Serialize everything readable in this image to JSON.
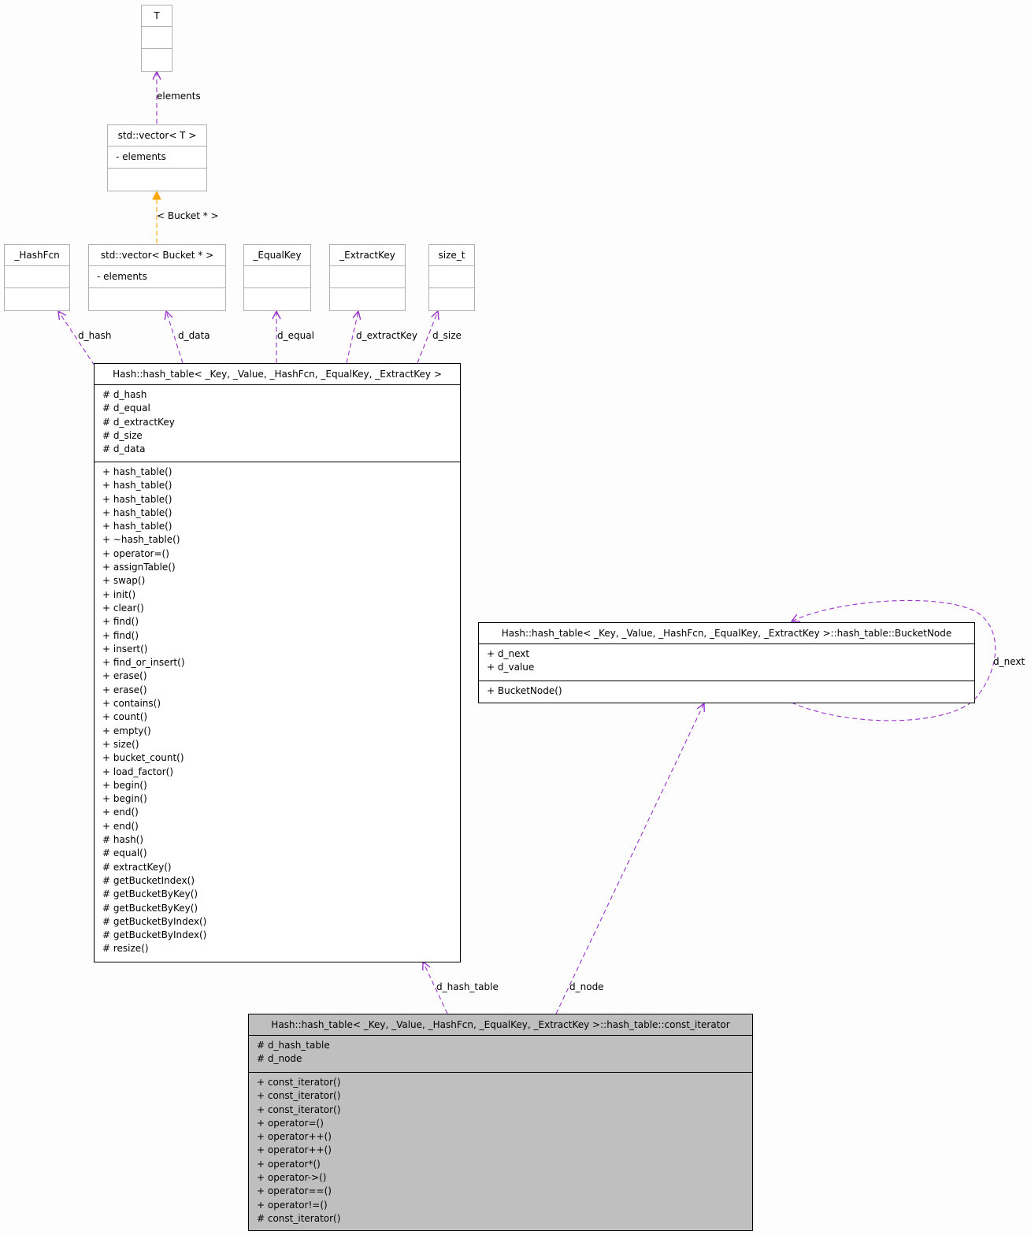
{
  "classes": {
    "T": {
      "name": "T",
      "attributes": [],
      "methods": []
    },
    "vectorT": {
      "name": "std::vector< T >",
      "attributes": [
        "- elements"
      ],
      "methods": []
    },
    "hashFcn": {
      "name": "_HashFcn",
      "attributes": [],
      "methods": []
    },
    "vectorBucket": {
      "name": "std::vector< Bucket * >",
      "attributes": [
        "- elements"
      ],
      "methods": []
    },
    "equalKey": {
      "name": "_EqualKey",
      "attributes": [],
      "methods": []
    },
    "extractKey": {
      "name": "_ExtractKey",
      "attributes": [],
      "methods": []
    },
    "sizeT": {
      "name": "size_t",
      "attributes": [],
      "methods": []
    },
    "hashTable": {
      "name": "Hash::hash_table< _Key, _Value, _HashFcn, _EqualKey, _ExtractKey >",
      "attributes": [
        "# d_hash",
        "# d_equal",
        "# d_extractKey",
        "# d_size",
        "# d_data"
      ],
      "methods": [
        "+ hash_table()",
        "+ hash_table()",
        "+ hash_table()",
        "+ hash_table()",
        "+ hash_table()",
        "+ ~hash_table()",
        "+ operator=()",
        "+ assignTable()",
        "+ swap()",
        "+ init()",
        "+ clear()",
        "+ find()",
        "+ find()",
        "+ insert()",
        "+ find_or_insert()",
        "+ erase()",
        "+ erase()",
        "+ contains()",
        "+ count()",
        "+ empty()",
        "+ size()",
        "+ bucket_count()",
        "+ load_factor()",
        "+ begin()",
        "+ begin()",
        "+ end()",
        "+ end()",
        "# hash()",
        "# equal()",
        "# extractKey()",
        "# getBucketIndex()",
        "# getBucketByKey()",
        "# getBucketByKey()",
        "# getBucketByIndex()",
        "# getBucketByIndex()",
        "# resize()"
      ]
    },
    "bucketNode": {
      "name": "Hash::hash_table< _Key, _Value, _HashFcn, _EqualKey, _ExtractKey >::hash_table::BucketNode",
      "attributes": [
        "+ d_next",
        "+ d_value"
      ],
      "methods": [
        "+ BucketNode()"
      ]
    },
    "constIterator": {
      "name": "Hash::hash_table< _Key, _Value, _HashFcn, _EqualKey, _ExtractKey >::hash_table::const_iterator",
      "attributes": [
        "# d_hash_table",
        "# d_node"
      ],
      "methods": [
        "+ const_iterator()",
        "+ const_iterator()",
        "+ const_iterator()",
        "+ operator=()",
        "+ operator++()",
        "+ operator++()",
        "+ operator*()",
        "+ operator->()",
        "+ operator==()",
        "+ operator!=()",
        "# const_iterator()"
      ]
    }
  },
  "edges": [
    {
      "id": "elements",
      "label": "elements",
      "from": "vectorT",
      "to": "T",
      "kind": "usage"
    },
    {
      "id": "bucket",
      "label": "< Bucket * >",
      "from": "vectorBucket",
      "to": "vectorT",
      "kind": "template"
    },
    {
      "id": "d_hash",
      "label": "d_hash",
      "from": "hashTable",
      "to": "hashFcn",
      "kind": "usage"
    },
    {
      "id": "d_data",
      "label": "d_data",
      "from": "hashTable",
      "to": "vectorBucket",
      "kind": "usage"
    },
    {
      "id": "d_equal",
      "label": "d_equal",
      "from": "hashTable",
      "to": "equalKey",
      "kind": "usage"
    },
    {
      "id": "d_extractKey",
      "label": "d_extractKey",
      "from": "hashTable",
      "to": "extractKey",
      "kind": "usage"
    },
    {
      "id": "d_size",
      "label": "d_size",
      "from": "hashTable",
      "to": "sizeT",
      "kind": "usage"
    },
    {
      "id": "d_next",
      "label": "d_next",
      "from": "bucketNode",
      "to": "bucketNode",
      "kind": "usage"
    },
    {
      "id": "d_hash_table",
      "label": "d_hash_table",
      "from": "constIterator",
      "to": "hashTable",
      "kind": "usage"
    },
    {
      "id": "d_node",
      "label": "d_node",
      "from": "constIterator",
      "to": "bucketNode",
      "kind": "usage"
    }
  ],
  "colors": {
    "usage_edge": "#9a32cd",
    "template_edge": "#ffa500",
    "external_border": "#b0b0b0",
    "focus_fill": "#bfbfbf"
  }
}
